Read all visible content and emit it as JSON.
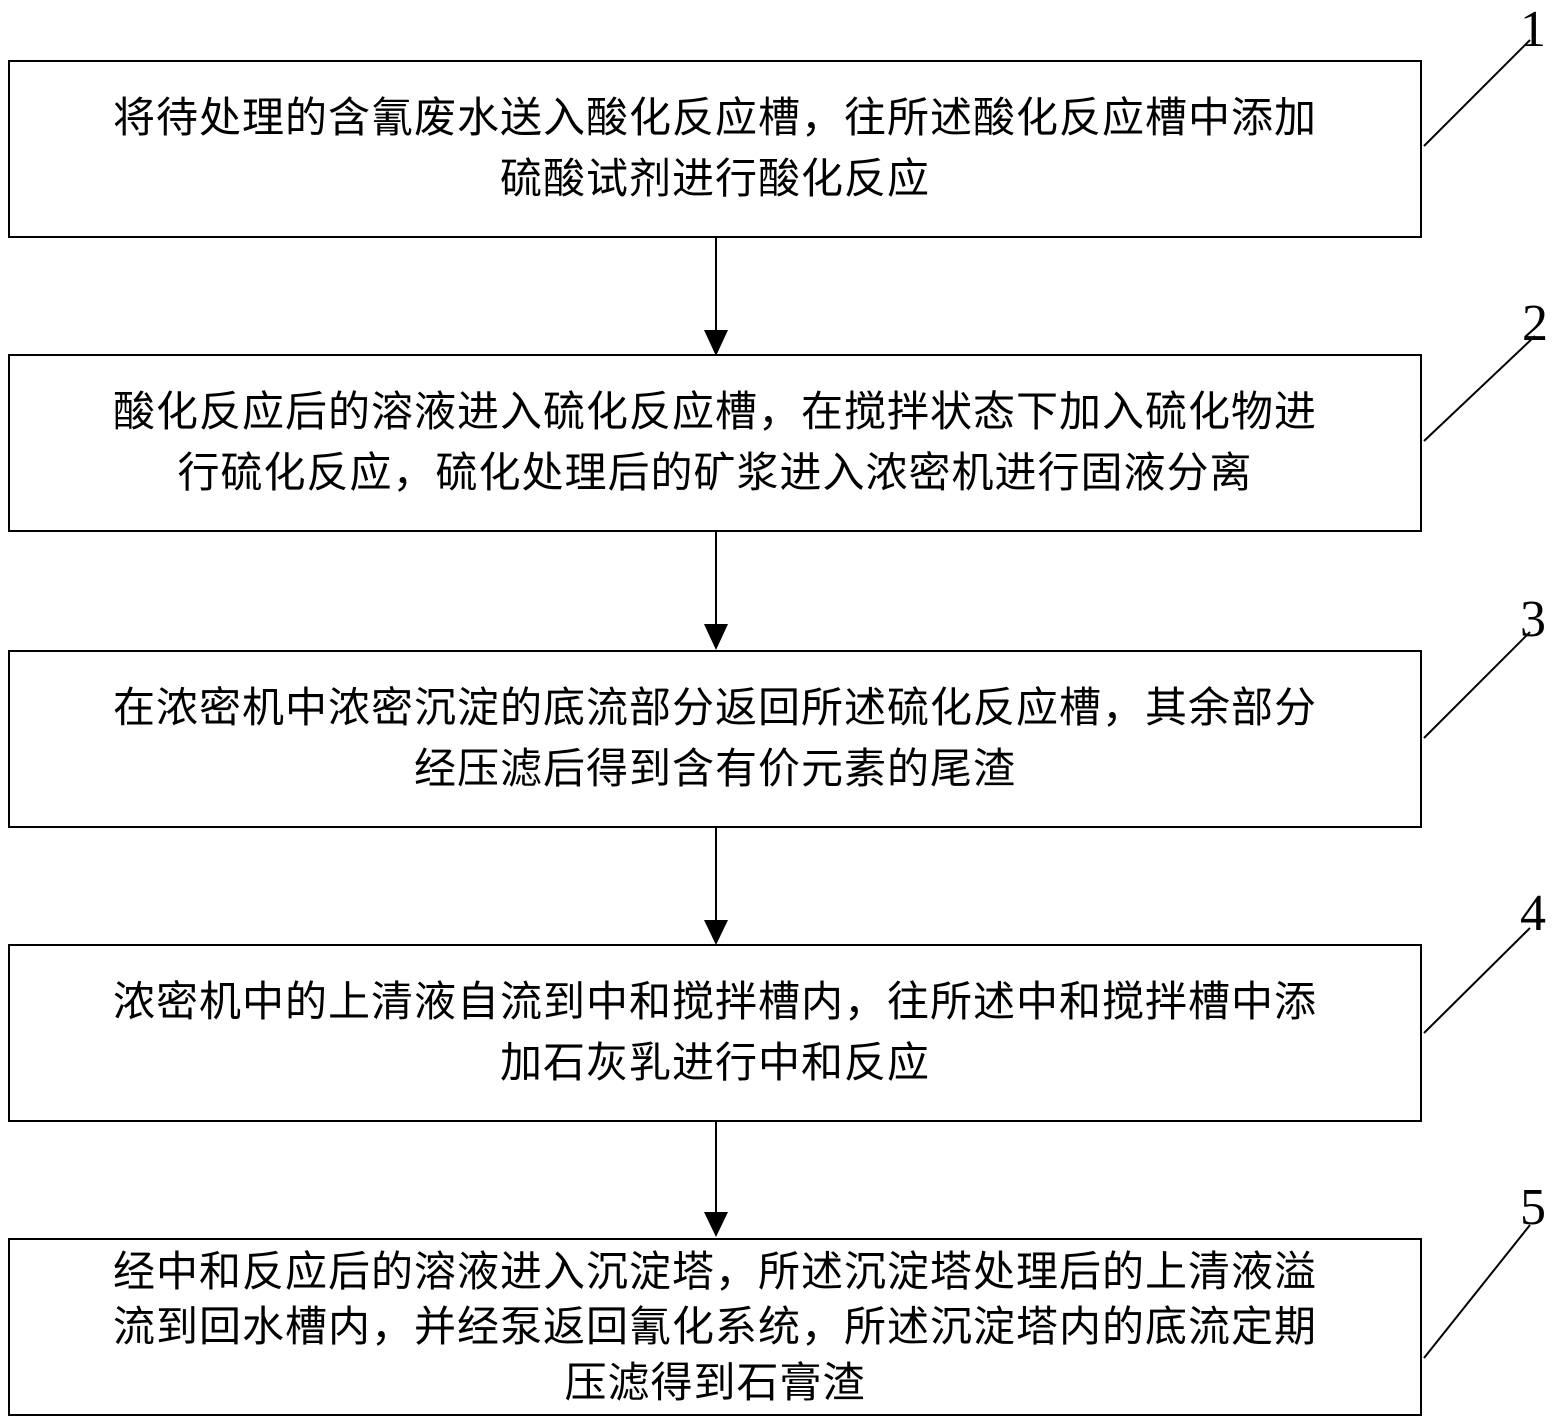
{
  "steps": [
    {
      "number": "1",
      "text_lines": [
        "将待处理的含氰废水送入酸化反应槽，往所述酸化反应槽中添加",
        "硫酸试剂进行酸化反应"
      ]
    },
    {
      "number": "2",
      "text_lines": [
        "酸化反应后的溶液进入硫化反应槽，在搅拌状态下加入硫化物进",
        "行硫化反应，硫化处理后的矿浆进入浓密机进行固液分离"
      ]
    },
    {
      "number": "3",
      "text_lines": [
        "在浓密机中浓密沉淀的底流部分返回所述硫化反应槽，其余部分",
        "经压滤后得到含有价元素的尾渣"
      ]
    },
    {
      "number": "4",
      "text_lines": [
        "浓密机中的上清液自流到中和搅拌槽内，往所述中和搅拌槽中添",
        "加石灰乳进行中和反应"
      ]
    },
    {
      "number": "5",
      "text_lines": [
        "经中和反应后的溶液进入沉淀塔，所述沉淀塔处理后的上清液溢",
        "流到回水槽内，并经泵返回氰化系统，所述沉淀塔内的底流定期",
        "压滤得到石膏渣"
      ]
    }
  ]
}
